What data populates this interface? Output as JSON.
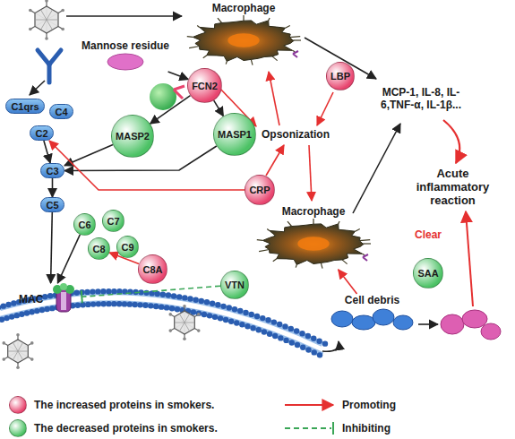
{
  "diagram": {
    "nodes": [
      {
        "text": [
          "Macrophage"
        ]
      },
      {
        "text": [
          "LBP"
        ]
      },
      {
        "text": [
          "Mannose residue"
        ]
      },
      {
        "text": [
          "FCN2"
        ]
      },
      {
        "text": [
          "C1qrs"
        ]
      },
      {
        "text": [
          "C4"
        ]
      },
      {
        "text": [
          "C2"
        ]
      },
      {
        "text": [
          "MASP2"
        ]
      },
      {
        "text": [
          "MASP1"
        ]
      },
      {
        "text": [
          "CRP"
        ]
      },
      {
        "text": [
          "C3"
        ]
      },
      {
        "text": [
          "C5"
        ]
      },
      {
        "text": [
          "C6"
        ]
      },
      {
        "text": [
          "C7"
        ]
      },
      {
        "text": [
          "C8"
        ]
      },
      {
        "text": [
          "C9"
        ]
      },
      {
        "text": [
          "C8A"
        ]
      },
      {
        "text": [
          "MAC"
        ]
      },
      {
        "text": [
          "VTN"
        ]
      },
      {
        "text": [
          "Macrophage"
        ]
      },
      {
        "text": [
          "SAA"
        ]
      },
      {
        "text": [
          "Cell debris"
        ]
      }
    ],
    "edges": [
      {
        "from": 2,
        "to": 3,
        "arrow": "to"
      },
      {
        "from": 3,
        "to": 7,
        "arrow": "to"
      },
      {
        "from": 3,
        "to": 8,
        "arrow": "to"
      },
      {
        "from": 7,
        "to": 10,
        "arrow": "to"
      },
      {
        "from": 8,
        "to": 10,
        "arrow": "to"
      },
      {
        "from": 6,
        "to": 10,
        "arrow": "to"
      },
      {
        "from": 9,
        "to": 6,
        "arrow": "to"
      },
      {
        "from": 10,
        "to": 11,
        "arrow": "to"
      },
      {
        "from": 11,
        "to": 17,
        "arrow": "to"
      },
      {
        "from": 12,
        "to": 17,
        "arrow": "to"
      },
      {
        "from": 16,
        "to": 14,
        "arrow": "to"
      },
      {
        "from": 18,
        "to": 17,
        "arrow": "none"
      },
      {
        "from": 21,
        "to": 19,
        "arrow": "to"
      }
    ],
    "labels": [
      "Opsonization",
      "MCP-1, IL-8, IL-6,TNF-α, IL-1β...",
      "Acute inflammatory reaction",
      "Clear"
    ],
    "legend": [
      {
        "text": "The increased proteins in smokers.",
        "color": "#e8456f"
      },
      {
        "text": "The decreased proteins in smokers.",
        "color": "#4cc265"
      },
      {
        "text": "Promoting"
      },
      {
        "text": "Inhibiting"
      }
    ]
  }
}
